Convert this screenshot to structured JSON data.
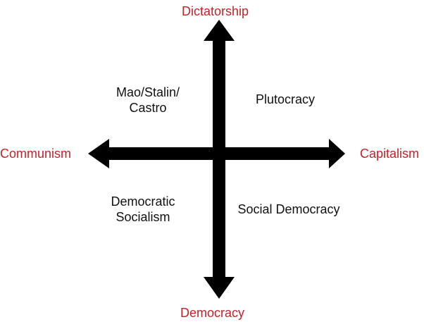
{
  "axes": {
    "top": "Dictatorship",
    "bottom": "Democracy",
    "left": "Communism",
    "right": "Capitalism",
    "label_color": "#c0232a",
    "arrow_color": "#000000"
  },
  "quadrants": {
    "top_left": [
      "Mao/Stalin/",
      "Castro"
    ],
    "top_right": [
      "Plutocracy"
    ],
    "bottom_left": [
      "Democratic",
      "Socialism"
    ],
    "bottom_right": [
      "Social Democracy"
    ]
  }
}
